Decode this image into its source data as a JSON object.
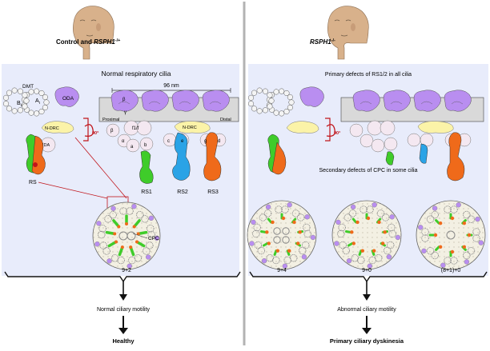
{
  "left": {
    "header_prefix": "Control and ",
    "header_gene": "RSPH1",
    "header_sup": "-/+",
    "panel_title": "Normal respiratory cilia",
    "labels": {
      "dmt": "DMT",
      "b": "B",
      "b_sub": "t",
      "a": "A",
      "a_sub": "t",
      "oda": "ODA",
      "ndrc": "N-DRC",
      "ida": "IDA",
      "rs": "RS",
      "nm96": "96 nm",
      "proximal": "Proximal",
      "distal": "Distal",
      "beta": "β",
      "gamma": "γ",
      "alpha": "α",
      "f1f": "f1/f",
      "ida_a": "a",
      "ida_b": "b",
      "ida_c": "c",
      "ida_e": "e",
      "ida_g": "g",
      "ida_d": "d",
      "rs1": "RS1",
      "rs2": "RS2",
      "rs3": "RS3",
      "rotation": "90°",
      "cpc": "CPC"
    },
    "config": "9+2",
    "motility": "Normal ciliary motility",
    "outcome": "Healthy"
  },
  "right": {
    "header_gene": "RSPH1",
    "header_sup": "-/-",
    "primary_defects": "Primary defects of RS1/2 in all cilia",
    "secondary_defects": "Secondary defects of CPC in some cilia",
    "rotation": "90°",
    "configs": [
      "9+4",
      "9+0",
      "(8+1)+0"
    ],
    "motility": "Abnormal ciliary motility",
    "outcome": "Primary ciliary dyskinesia"
  },
  "colors": {
    "panel_bg": "#e8ecfb",
    "odA": "#b98ef0",
    "rs1": "#3fcc2a",
    "rs2": "#2aa3e6",
    "rs3": "#ef6a1a",
    "ndrc": "#fbf3a8",
    "ida": "#f4e8f1",
    "rotation": "#c0151b"
  }
}
